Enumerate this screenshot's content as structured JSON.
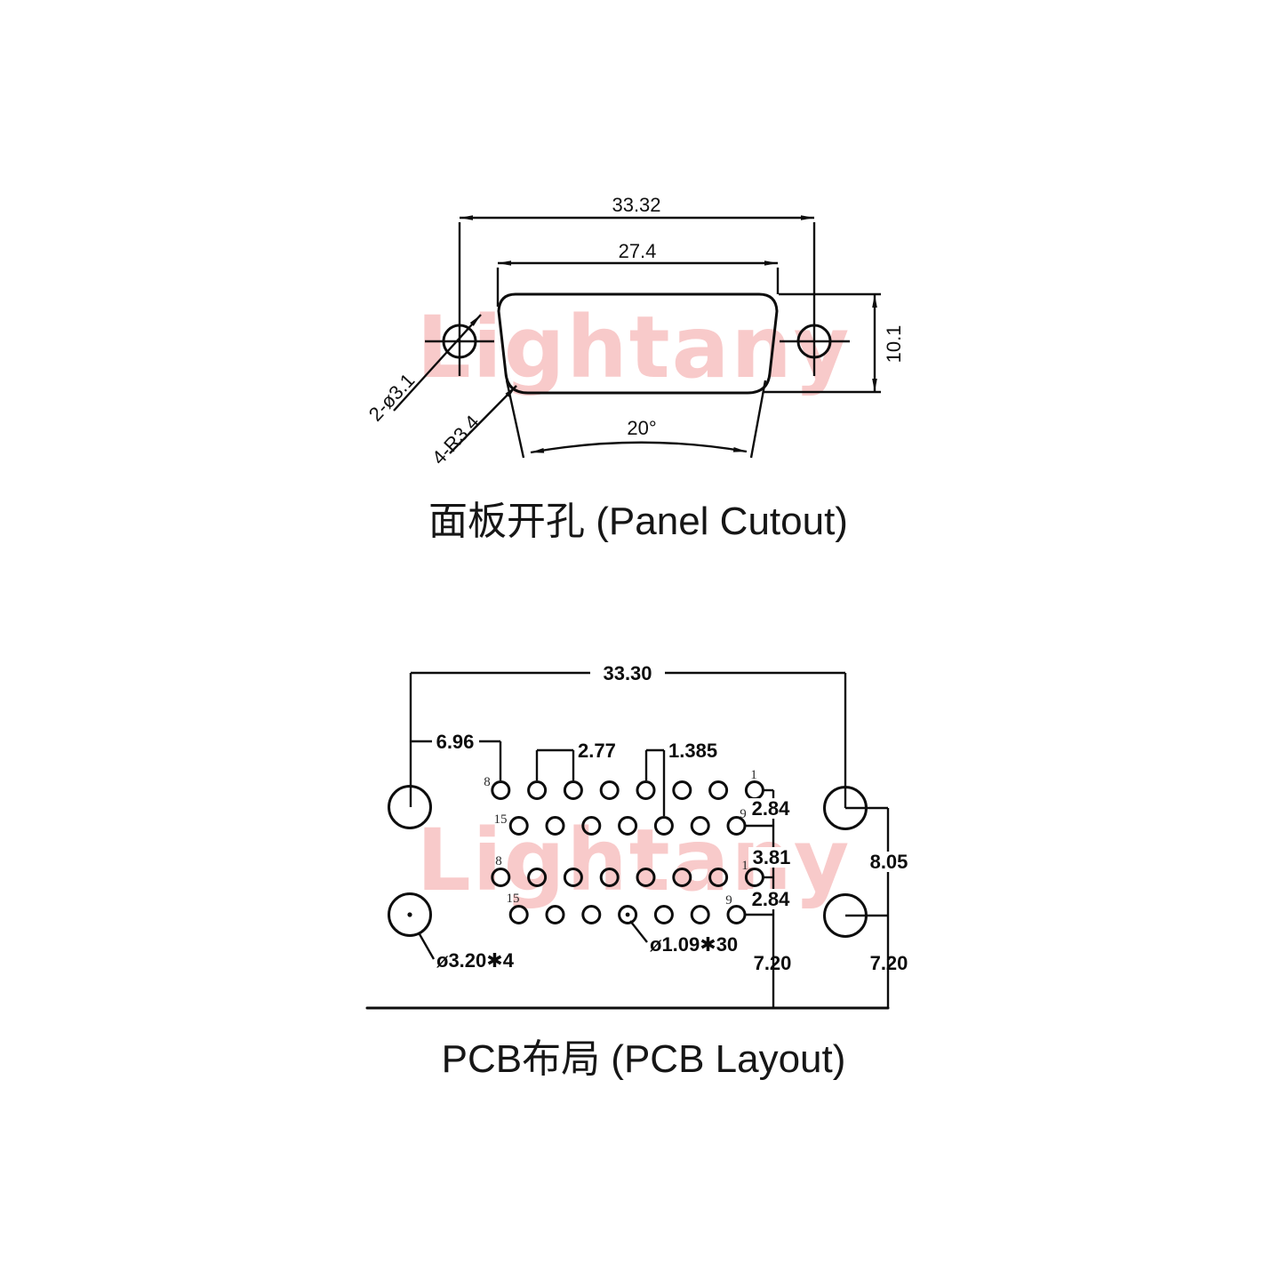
{
  "watermark": {
    "text": "Lightany",
    "color": "#f8caca"
  },
  "panel_cutout": {
    "caption": "面板开孔 (Panel Cutout)",
    "dims": {
      "mount_span": "33.32",
      "cutout_width": "27.4",
      "cutout_height": "10.1",
      "side_angle": "20°",
      "mount_holes": "2-ø3.1",
      "corner_radius": "4-R3.4"
    }
  },
  "pcb_layout": {
    "caption": "PCB布局 (PCB Layout)",
    "dims": {
      "mount_span": "33.30",
      "edge_to_pin": "6.96",
      "pin_pitch": "2.77",
      "half_pitch": "1.385",
      "row_gap_top": "2.84",
      "row_gap_mid": "3.81",
      "row_gap_bottom": "2.84",
      "mount_gap_right": "8.05",
      "pin_to_edge": "7.20",
      "mount_to_edge": "7.20",
      "mount_hole_spec": "ø3.20✱4",
      "pin_hole_spec": "ø1.09✱30"
    },
    "pin_labels": {
      "row1_left": "8",
      "row1_right": "1",
      "row2_left": "15",
      "row2_right": "9",
      "row3_left": "8",
      "row3_right": "1",
      "row4_left": "15",
      "row4_right": "9"
    }
  }
}
